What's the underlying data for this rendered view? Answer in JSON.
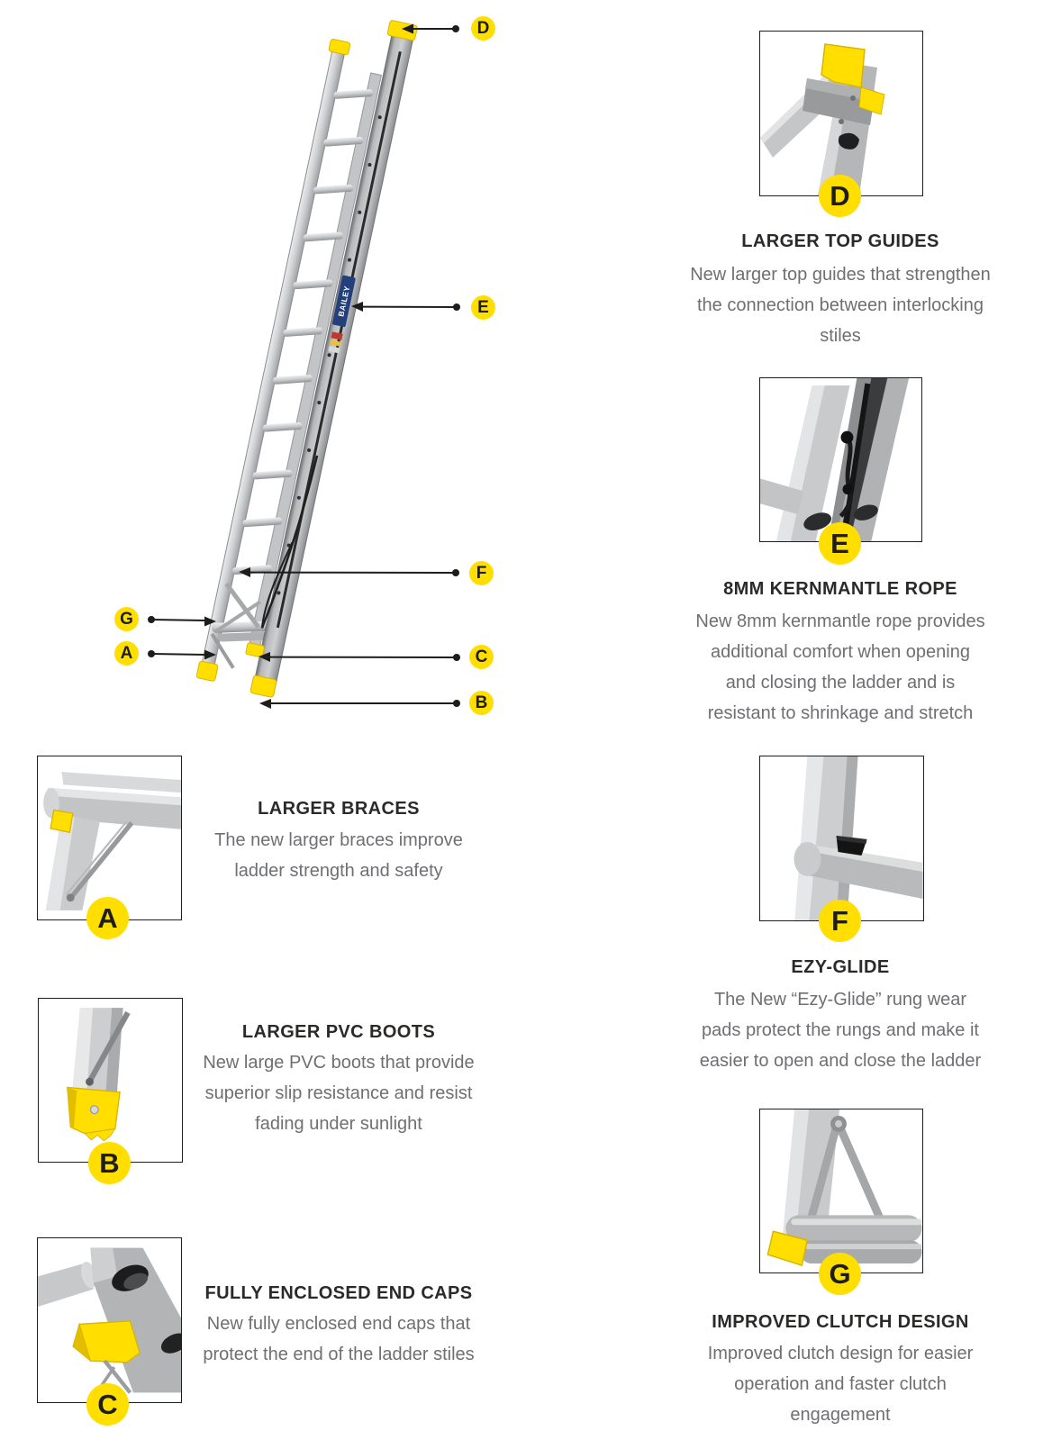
{
  "colors": {
    "accent_yellow": "#FFDE00",
    "ink": "#1D1D1B",
    "title_color": "#2B2A29",
    "body_color": "#6E6F72",
    "brand_label_blue": "#23407C"
  },
  "ladder": {
    "brand_label": "BAILEY"
  },
  "features": {
    "A": {
      "letter": "A",
      "title": "LARGER BRACES",
      "description": "The new larger braces improve\nladder strength and safety"
    },
    "B": {
      "letter": "B",
      "title": "LARGER PVC BOOTS",
      "description": "New large PVC boots that provide\nsuperior slip resistance and resist\nfading under sunlight"
    },
    "C": {
      "letter": "C",
      "title": "FULLY ENCLOSED END CAPS",
      "description": "New fully enclosed end caps that\nprotect the end of the ladder stiles"
    },
    "D": {
      "letter": "D",
      "title": "LARGER TOP GUIDES",
      "description": "New larger top guides that strengthen\nthe connection between interlocking\nstiles"
    },
    "E": {
      "letter": "E",
      "title": "8MM KERNMANTLE ROPE",
      "description": "New 8mm kernmantle rope provides\nadditional comfort when opening\nand closing the ladder and is\nresistant to shrinkage and stretch"
    },
    "F": {
      "letter": "F",
      "title": "EZY-GLIDE",
      "description": "The New “Ezy-Glide” rung wear\npads protect the rungs and make it\neasier to open and close the ladder"
    },
    "G": {
      "letter": "G",
      "title": "IMPROVED CLUTCH DESIGN",
      "description": "Improved clutch design for easier\noperation and faster clutch\nengagement"
    }
  }
}
